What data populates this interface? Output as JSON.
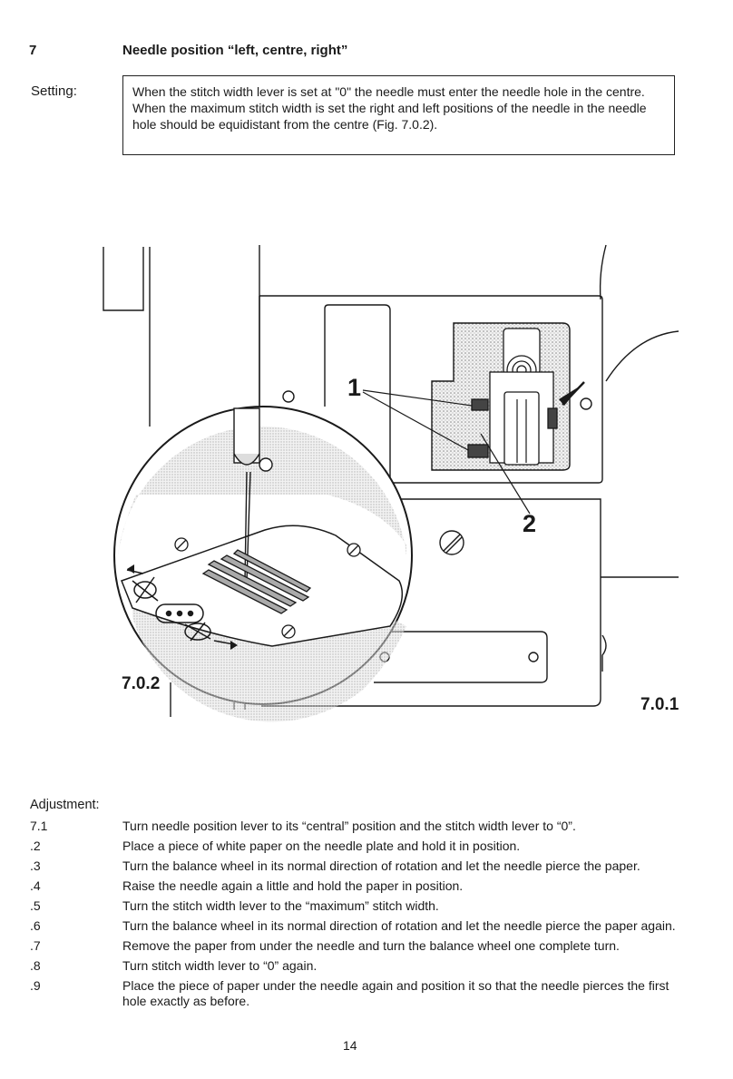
{
  "section": {
    "number": "7",
    "title": "Needle position “left, centre, right”"
  },
  "setting": {
    "label": "Setting:",
    "paragraphs": [
      "When the stitch width lever is set at \"0\" the needle must enter the needle hole in the centre.",
      "When the maximum stitch width is set the right and left positions of the needle in the needle hole should be equidistant from the centre (Fig. 7.0.2)."
    ]
  },
  "figure": {
    "inset_label": "7.0.2",
    "main_label": "7.0.1",
    "callouts": [
      "1",
      "2"
    ]
  },
  "adjustment": {
    "label": "Adjustment:",
    "steps": [
      {
        "num": "7.1",
        "text": "Turn needle position lever to its “central” position and the stitch width lever to “0”."
      },
      {
        "num": ".2",
        "text": "Place a piece of white paper on the needle plate and hold it in position."
      },
      {
        "num": ".3",
        "text": "Turn the balance wheel in its normal direction of rotation and let the needle pierce the paper."
      },
      {
        "num": ".4",
        "text": "Raise the needle again a little and hold the paper in position."
      },
      {
        "num": ".5",
        "text": "Turn the stitch width lever to the “maximum” stitch width."
      },
      {
        "num": ".6",
        "text": "Turn the balance wheel in its normal direction of rotation and let the needle pierce the paper again."
      },
      {
        "num": ".7",
        "text": "Remove the paper from under the needle and turn the balance wheel one complete turn."
      },
      {
        "num": ".8",
        "text": "Turn stitch width lever to “0” again."
      },
      {
        "num": ".9",
        "text": "Place the piece of paper under the needle again and position it so that the needle pierces the first hole exactly as before."
      }
    ]
  },
  "page_number": "14"
}
